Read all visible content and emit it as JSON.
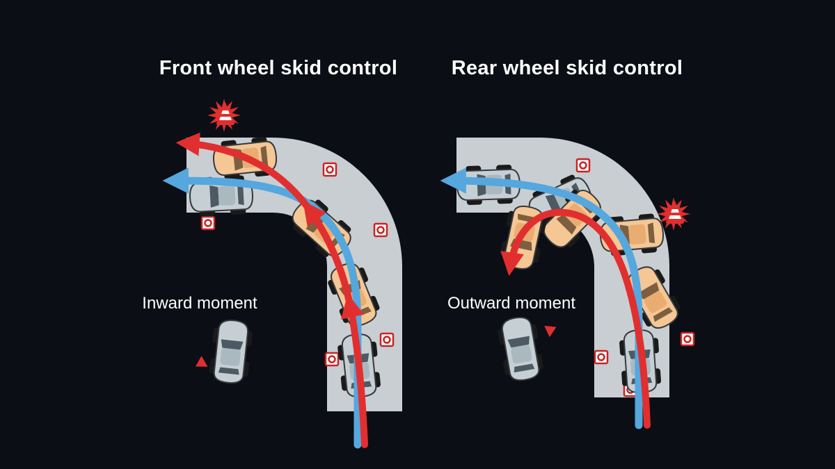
{
  "panels": {
    "left": {
      "title": "Front wheel skid control",
      "moment_label": "Inward moment"
    },
    "right": {
      "title": "Rear wheel skid control",
      "moment_label": "Outward moment"
    }
  },
  "colors": {
    "background": "#0b0e15",
    "text": "#ffffff",
    "road": "#c9ced3",
    "path_blue": "#55a7de",
    "path_red": "#e12f2f",
    "car_gray": "#c6d0d4",
    "car_tan": "#f5c795",
    "marker_red": "#cc2222"
  }
}
